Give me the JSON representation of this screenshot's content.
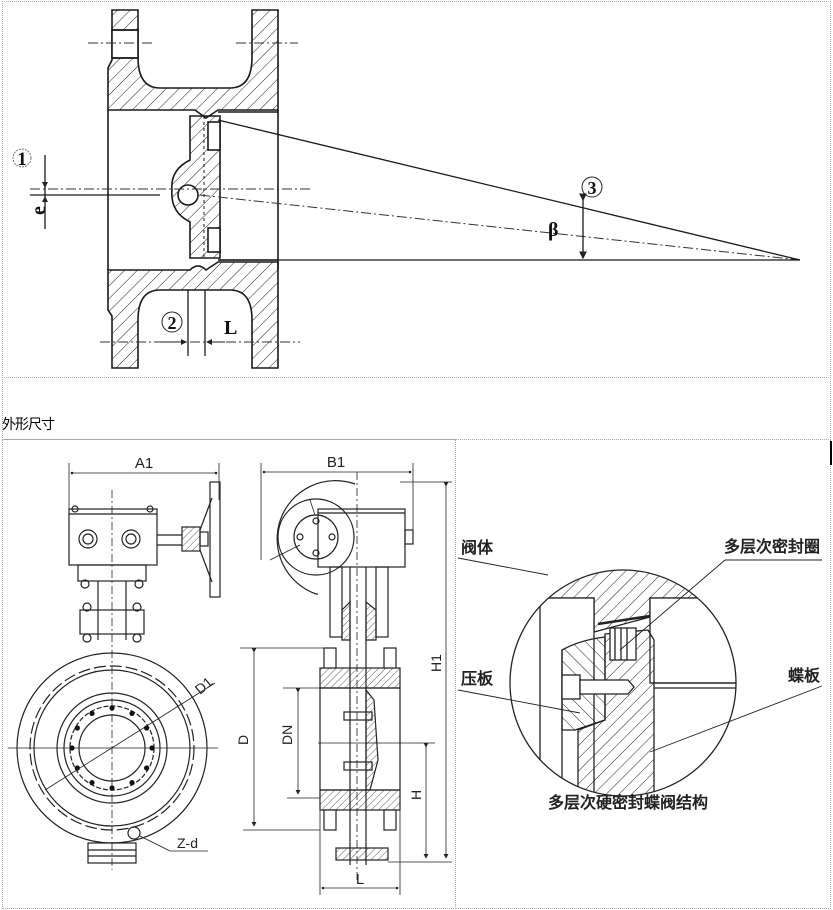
{
  "section_caption": "外形尺寸",
  "top_diagram": {
    "title": "offset butterfly valve cross-section",
    "markers": [
      "1",
      "2",
      "3"
    ],
    "labels": {
      "e": "e",
      "L": "L",
      "beta": "β"
    }
  },
  "dimension_drawing": {
    "front_view_labels": {
      "A1": "A1",
      "D1": "D1",
      "Zd": "Z-d"
    },
    "side_view_labels": {
      "B1": "B1",
      "D": "D",
      "DN": "DN",
      "H": "H",
      "H1": "H1",
      "L": "L"
    }
  },
  "detail_drawing": {
    "labels": {
      "valve_body": "阀体",
      "seal_ring": "多层次密封圈",
      "pressure_plate": "压板",
      "disc": "蝶板"
    },
    "caption": "多层次硬密封蝶阀结构"
  },
  "colors": {
    "line": "#1a1a1a",
    "border": "#a8a8a8",
    "background": "#ffffff"
  }
}
